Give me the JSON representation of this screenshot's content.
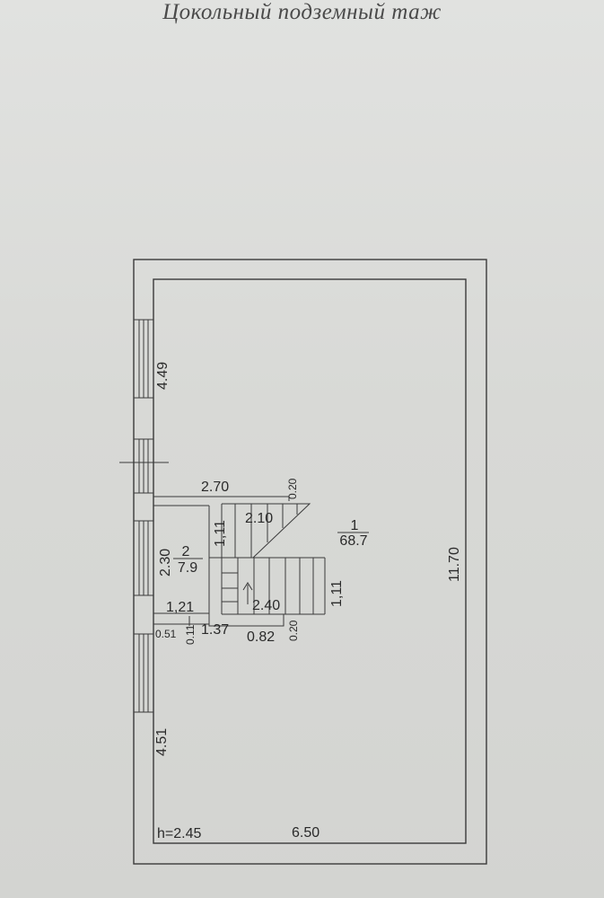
{
  "title": "Цокольный подземный таж",
  "rooms": [
    {
      "number": "1",
      "area": "68.7"
    },
    {
      "number": "2",
      "area": "7.9"
    }
  ],
  "dimensions": {
    "d_449": "4.49",
    "d_270": "2.70",
    "d_020_top": "0.20",
    "d_210": "2.10",
    "d_111_a": "1,11",
    "d_230": "2.30",
    "d_111_b": "1,11",
    "d_240": "2.40",
    "d_121": "1,21",
    "d_051": "0.51",
    "d_011": "0.11",
    "d_137": "1.37",
    "d_082": "0.82",
    "d_020_bot": "0.20",
    "d_1170": "11.70",
    "d_451": "4.51",
    "d_height": "h=2.45",
    "d_650": "6.50"
  }
}
